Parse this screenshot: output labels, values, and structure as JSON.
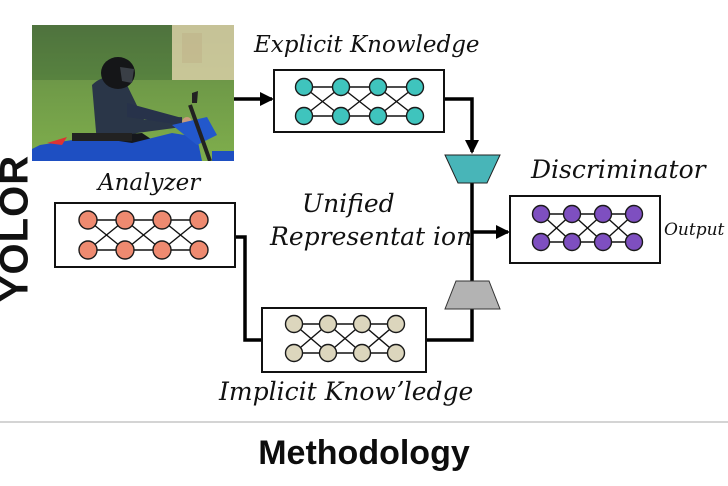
{
  "side_title": "YOLOR",
  "footer": {
    "title": "Methodology"
  },
  "labels": {
    "explicit": "Explicit Knowledge",
    "analyzer": "Analyzer",
    "unified_line1": "Unified",
    "unified_line2": "Representat ion",
    "discriminator": "Discriminator",
    "output": "Output",
    "implicit": "Implicit Knowʼledge"
  },
  "input_image": {
    "subject": "motorcyclist on blue motorcycle",
    "icon": "photo"
  },
  "modules": [
    {
      "id": "explicit",
      "name": "Explicit Knowledge",
      "node_color": "#3fc4bd",
      "layers": 4,
      "nodes_per_layer": 2
    },
    {
      "id": "analyzer",
      "name": "Analyzer",
      "node_color": "#ee8a70",
      "layers": 4,
      "nodes_per_layer": 2
    },
    {
      "id": "implicit",
      "name": "Implicit Knowledge",
      "node_color": "#dcd6bd",
      "layers": 4,
      "nodes_per_layer": 2
    },
    {
      "id": "discriminator",
      "name": "Discriminator",
      "node_color": "#7e4fc0",
      "layers": 4,
      "nodes_per_layer": 2
    }
  ],
  "fusion": [
    {
      "id": "explicit-fusion",
      "color": "#48b5b8"
    },
    {
      "id": "implicit-fusion",
      "color": "#b3b3b3"
    }
  ],
  "colors": {
    "line": "#000000",
    "box_border": "#111111"
  }
}
